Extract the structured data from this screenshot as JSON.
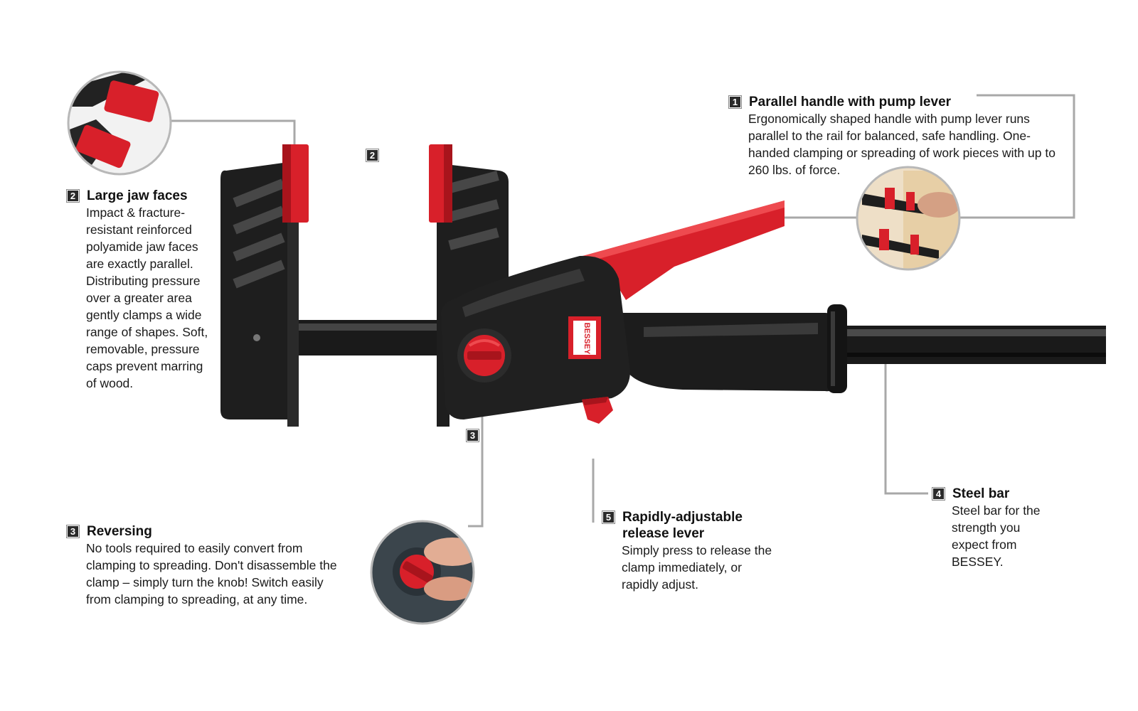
{
  "brand_label": "BESSEY",
  "tags": {
    "jaw_tag": "2",
    "knob_tag": "3"
  },
  "callouts": {
    "c1": {
      "number": "1",
      "title": "Parallel handle with pump lever",
      "body": "Ergonomically shaped handle with pump lever runs parallel to the rail for balanced, safe handling. One-handed clamping or spreading of work pieces with up to 260 lbs. of force."
    },
    "c2": {
      "number": "2",
      "title": "Large jaw faces",
      "body": "Impact & fracture-resistant reinforced polyamide jaw faces are exactly parallel. Distributing pressure over a greater area gently clamps a wide range of shapes. Soft, removable, pressure caps prevent marring of wood."
    },
    "c3": {
      "number": "3",
      "title": "Reversing",
      "body": "No tools required to easily convert from clamping to spreading. Don't disassemble the clamp – simply turn the knob! Switch easily from clamping to spreading, at any time."
    },
    "c4": {
      "number": "4",
      "title": "Steel bar",
      "body": "Steel bar for the strength you expect from BESSEY."
    },
    "c5": {
      "number": "5",
      "title": "Rapidly-adjustable release lever",
      "body": "Simply press to release the clamp immediately, or rapidly adjust."
    }
  },
  "colors": {
    "red": "#d8202a",
    "dark_red": "#a8141c",
    "black": "#1c1c1c",
    "leader": "#a8a8a8"
  }
}
